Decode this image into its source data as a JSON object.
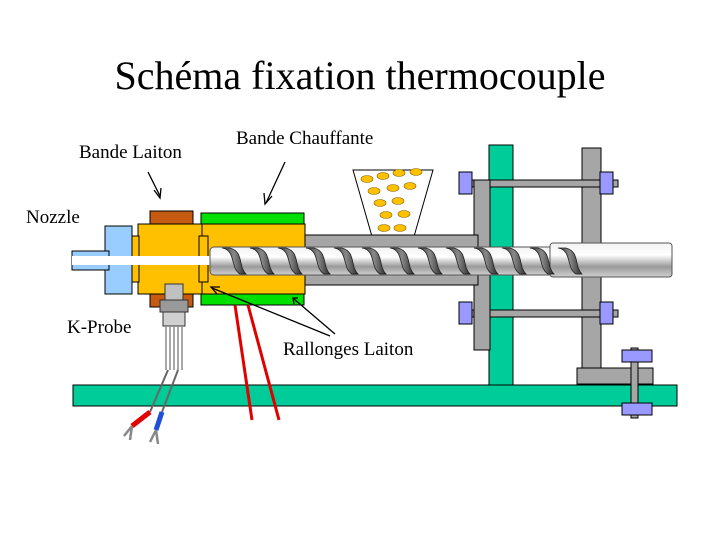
{
  "title": "Schéma fixation thermocouple",
  "labels": {
    "nozzle": "Nozzle",
    "bande_laiton": "Bande Laiton",
    "bande_chauffante": "Bande Chauffante",
    "k_probe": "K-Probe",
    "rallonges_laiton": "Rallonges Laiton"
  },
  "colors": {
    "base": "#00CC99",
    "frame": "#A6A6A6",
    "brass": "#FFC000",
    "brass_band": "#C55A11",
    "heater": "#00E000",
    "nozzle": "#99CCFF",
    "bolt": "#9999FF",
    "wire": "#E00000",
    "pellets": "#FFC000"
  }
}
